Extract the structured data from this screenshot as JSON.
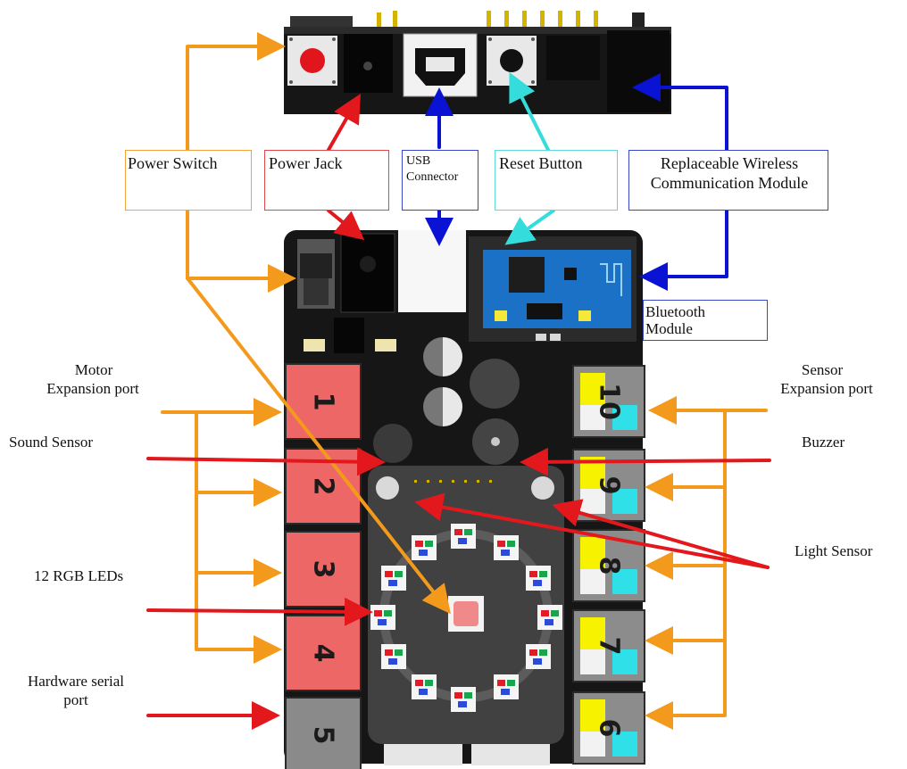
{
  "labels": {
    "power_switch": "Power Switch",
    "power_jack": "Power Jack",
    "usb_connector": [
      "USB",
      "Connector"
    ],
    "reset_button": "Reset Button",
    "wireless_module": [
      "Replaceable Wireless",
      "Communication Module"
    ],
    "bluetooth_module": [
      "Bluetooth",
      "Module"
    ],
    "motor_expansion": [
      "Motor",
      "Expansion port"
    ],
    "sensor_expansion": [
      "Sensor",
      "Expansion port"
    ],
    "sound_sensor": "Sound Sensor",
    "buzzer": "Buzzer",
    "light_sensor": "Light Sensor",
    "rgb_leds": "12 RGB LEDs",
    "hardware_serial": [
      "Hardware serial",
      "port"
    ]
  },
  "ports": {
    "left": [
      "1",
      "2",
      "3",
      "4",
      "5"
    ],
    "right": [
      "10",
      "9",
      "8",
      "7",
      "6"
    ]
  },
  "colors": {
    "board": "#161616",
    "motor_port": "#ee6767",
    "serial_port": "#8a8a8a",
    "sensor_yellow": "#f7f200",
    "sensor_cyan": "#2fe0e8",
    "arrow_orange": "#f39a1d",
    "arrow_red": "#e3181c",
    "arrow_blue": "#0a12d4",
    "arrow_cyan": "#35dcdc",
    "box_orange_border": "#f3a23c",
    "box_red_border": "#d8484d",
    "box_blue_border": "#3a48c8",
    "box_cyan_border": "#5dd9dc"
  }
}
